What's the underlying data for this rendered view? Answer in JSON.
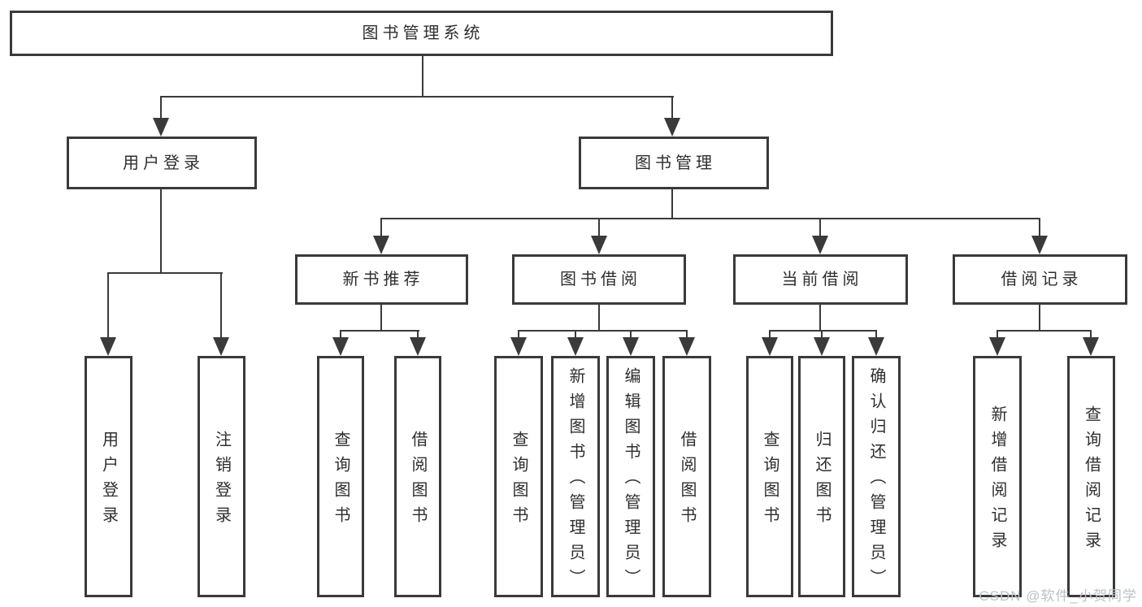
{
  "diagram": {
    "title": "图书管理系统",
    "branches": [
      {
        "label": "用户登录",
        "children": [
          {
            "label": "用户登录"
          },
          {
            "label": "注销登录"
          }
        ]
      },
      {
        "label": "图书管理",
        "sections": [
          {
            "label": "新书推荐",
            "children": [
              {
                "label": "查询图书"
              },
              {
                "label": "借阅图书"
              }
            ]
          },
          {
            "label": "图书借阅",
            "children": [
              {
                "label": "查询图书"
              },
              {
                "label": "新增图书（管理员）"
              },
              {
                "label": "编辑图书（管理员）"
              },
              {
                "label": "借阅图书"
              }
            ]
          },
          {
            "label": "当前借阅",
            "children": [
              {
                "label": "查询图书"
              },
              {
                "label": "归还图书"
              },
              {
                "label": "确认归还（管理员）"
              }
            ]
          },
          {
            "label": "借阅记录",
            "children": [
              {
                "label": "新增借阅记录"
              },
              {
                "label": "查询借阅记录"
              }
            ]
          }
        ]
      }
    ],
    "watermark": "CSDN @软件_小贺同学",
    "colors": {
      "line": "#3a3a3a",
      "text": "#2e2e2e",
      "watermark": "#bcc1c6",
      "background": "#ffffff"
    }
  }
}
